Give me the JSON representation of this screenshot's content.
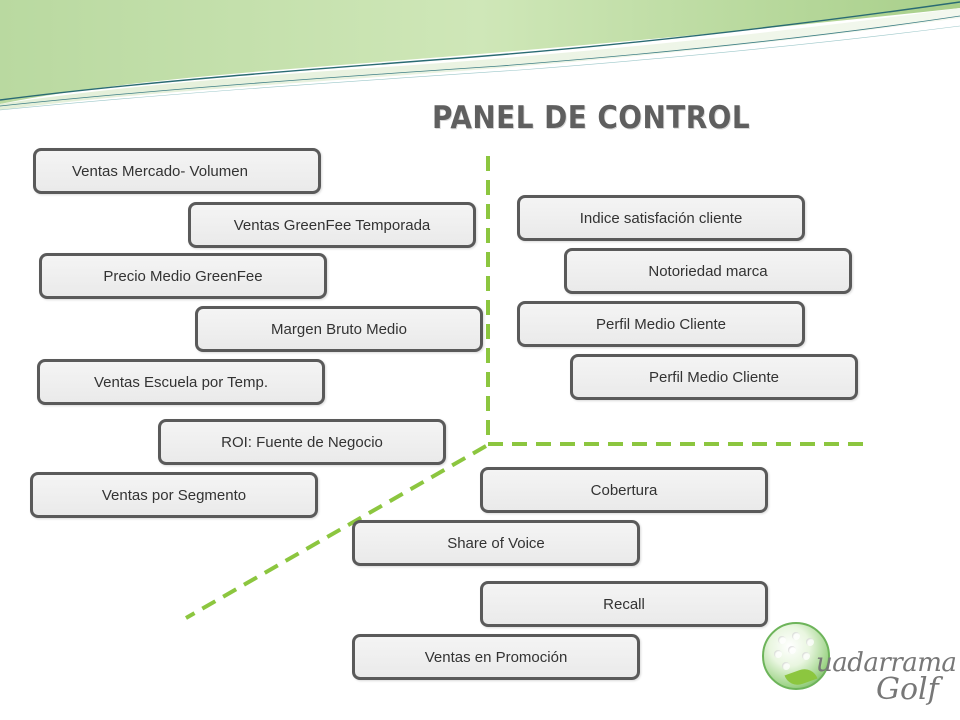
{
  "title": "PANEL DE CONTROL",
  "boxes_left": [
    "Ventas Mercado- Volumen",
    "Ventas GreenFee Temporada",
    "Precio Medio GreenFee",
    "Margen Bruto Medio",
    "Ventas Escuela por Temp.",
    "ROI: Fuente de Negocio",
    "Ventas por Segmento"
  ],
  "boxes_right": [
    "Indice satisfación cliente",
    "Notoriedad marca",
    "Perfil Medio Cliente",
    "Perfil Medio Cliente"
  ],
  "boxes_bottom": [
    "Cobertura",
    "Share of Voice",
    "Recall",
    "Ventas en Promoción"
  ],
  "logo": {
    "line1": "uadarrama",
    "line2": "Golf"
  },
  "colors": {
    "dashed_line": "#8cc63f",
    "box_border": "#5a5a5a",
    "banner_green": "#8cc63f",
    "banner_dark": "#2a6b73"
  },
  "icons": [
    "golf-ball-icon",
    "leaf-icon"
  ]
}
